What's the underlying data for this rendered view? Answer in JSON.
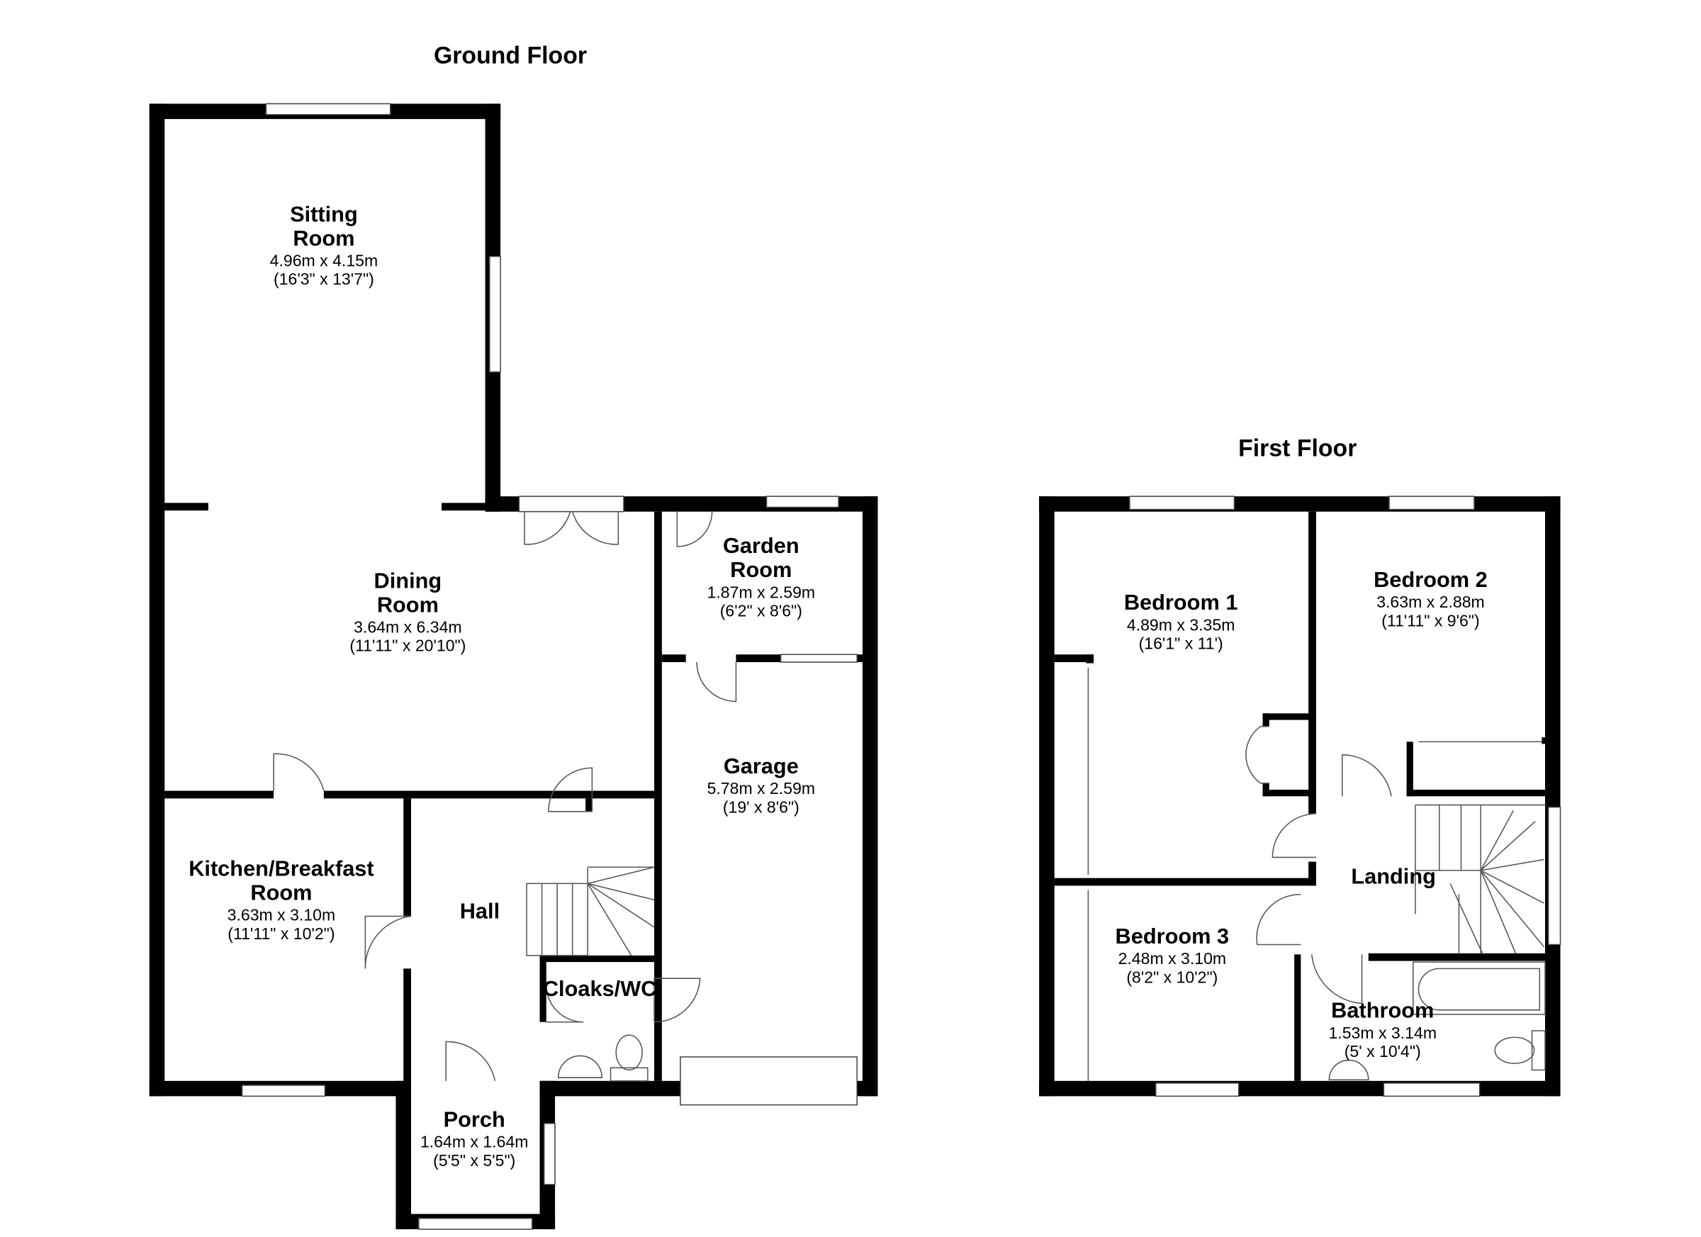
{
  "ground_floor": {
    "title": "Ground Floor",
    "rooms": {
      "sitting": {
        "name1": "Sitting",
        "name2": "Room",
        "metric": "4.96m x 4.15m",
        "imperial": "(16'3\" x 13'7\")"
      },
      "dining": {
        "name1": "Dining",
        "name2": "Room",
        "metric": "3.64m x 6.34m",
        "imperial": "(11'11\" x 20'10\")"
      },
      "garden": {
        "name1": "Garden",
        "name2": "Room",
        "metric": "1.87m x 2.59m",
        "imperial": "(6'2\" x 8'6\")"
      },
      "garage": {
        "name1": "Garage",
        "metric": "5.78m x 2.59m",
        "imperial": "(19' x 8'6\")"
      },
      "kitchen": {
        "name1": "Kitchen/Breakfast",
        "name2": "Room",
        "metric": "3.63m x 3.10m",
        "imperial": "(11'11\" x 10'2\")"
      },
      "hall": {
        "name1": "Hall"
      },
      "cloaks": {
        "name1": "Cloaks/WC"
      },
      "porch": {
        "name1": "Porch",
        "metric": "1.64m x 1.64m",
        "imperial": "(5'5\" x 5'5\")"
      }
    }
  },
  "first_floor": {
    "title": "First Floor",
    "rooms": {
      "bedroom1": {
        "name1": "Bedroom 1",
        "metric": "4.89m x 3.35m",
        "imperial": "(16'1\" x 11')"
      },
      "bedroom2": {
        "name1": "Bedroom 2",
        "metric": "3.63m x 2.88m",
        "imperial": "(11'11\" x 9'6\")"
      },
      "bedroom3": {
        "name1": "Bedroom 3",
        "metric": "2.48m x 3.10m",
        "imperial": "(8'2\" x 10'2\")"
      },
      "landing": {
        "name1": "Landing"
      },
      "bathroom": {
        "name1": "Bathroom",
        "metric": "1.53m x 3.14m",
        "imperial": "(5' x 10'4\")"
      }
    }
  },
  "colors": {
    "walls": "#000000",
    "background": "#ffffff"
  }
}
